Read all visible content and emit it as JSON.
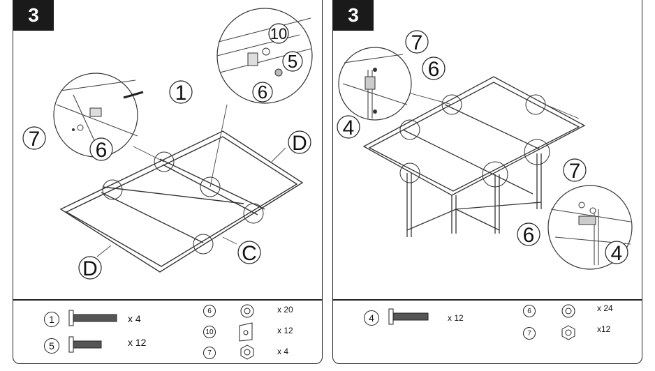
{
  "left_panel": {
    "step": "3",
    "callouts": {
      "one": "1",
      "seven": "7",
      "six": "6",
      "ten": "10",
      "five": "5",
      "six_b": "6",
      "d_right": "D",
      "d_left": "D",
      "c": "C"
    },
    "parts": [
      {
        "num": "1",
        "qty": "x 4"
      },
      {
        "num": "5",
        "qty": "x 12"
      },
      {
        "num": "6",
        "qty": "x 20"
      },
      {
        "num": "10",
        "qty": "x 12"
      },
      {
        "num": "7",
        "qty": "x 4"
      }
    ]
  },
  "right_panel": {
    "step": "3",
    "callouts": {
      "seven_top": "7",
      "six_top": "6",
      "four_left": "4",
      "seven_right": "7",
      "six_right": "6",
      "four_right": "4"
    },
    "parts": [
      {
        "num": "4",
        "qty": "x 12"
      },
      {
        "num": "6",
        "qty": "x 24"
      },
      {
        "num": "7",
        "qty": "x12"
      }
    ]
  }
}
